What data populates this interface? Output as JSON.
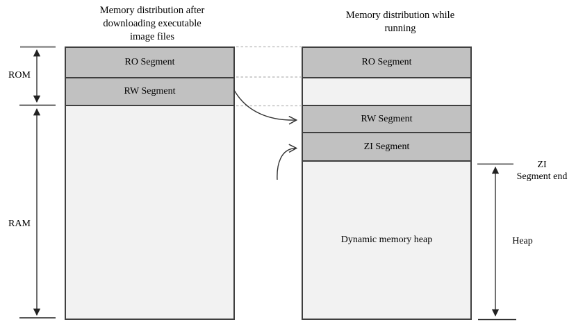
{
  "titles": {
    "left": "Memory distribution after\ndownloading executable\nimage files",
    "right": "Memory distribution while\nrunning"
  },
  "left_column": {
    "segments": {
      "ro": "RO Segment",
      "rw": "RW Segment"
    }
  },
  "right_column": {
    "segments": {
      "ro": "RO Segment",
      "rw": "RW Segment",
      "zi": "ZI Segment",
      "heap": "Dynamic memory heap"
    }
  },
  "side_labels": {
    "rom": "ROM",
    "ram": "RAM",
    "zi_segment_end": "ZI\nSegment end",
    "heap": "Heap"
  },
  "colors": {
    "segment_fill": "#c1c1c1",
    "box_fill": "#f2f2f2",
    "border": "#3f3f3f",
    "dotted_line": "#b5b5b5",
    "arrow": "#222222",
    "tick_gray": "#8c8c8c"
  }
}
